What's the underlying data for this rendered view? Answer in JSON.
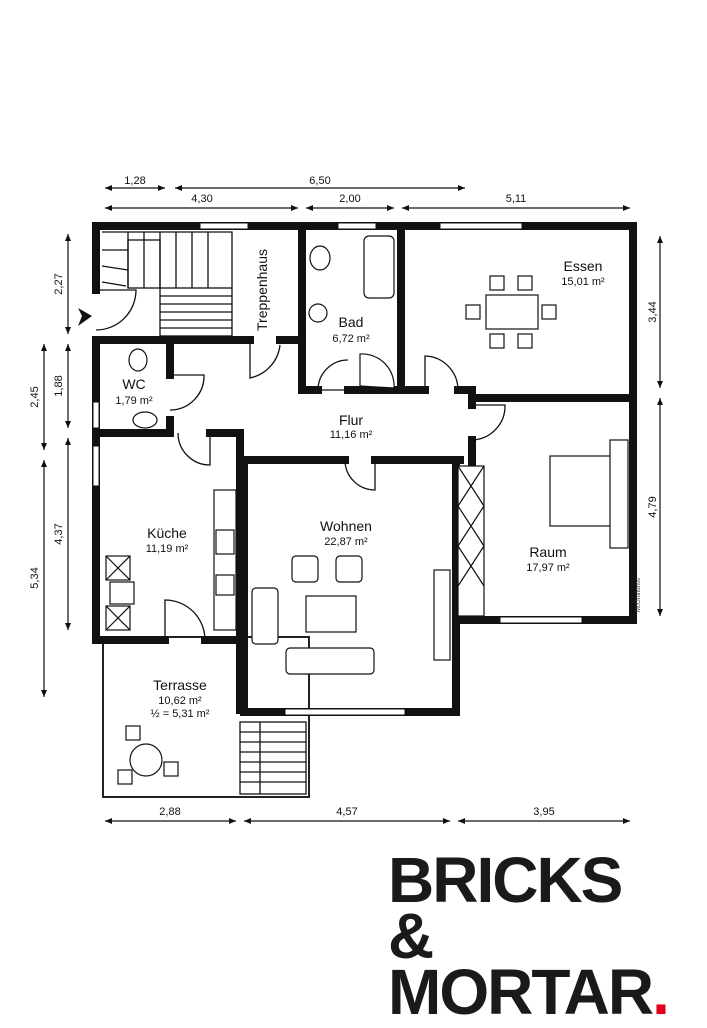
{
  "rooms": {
    "treppenhaus": {
      "name": "Treppenhaus"
    },
    "bad": {
      "name": "Bad",
      "area": "6,72 m²"
    },
    "essen": {
      "name": "Essen",
      "area": "15,01 m²"
    },
    "wc": {
      "name": "WC",
      "area": "1,79 m²"
    },
    "flur": {
      "name": "Flur",
      "area": "11,16 m²"
    },
    "kueche": {
      "name": "Küche",
      "area": "11,19 m²"
    },
    "wohnen": {
      "name": "Wohnen",
      "area": "22,87 m²"
    },
    "raum": {
      "name": "Raum",
      "area": "17,97 m²"
    },
    "terrasse": {
      "name": "Terrasse",
      "area": "10,62 m²",
      "half": "½ = 5,31 m²"
    }
  },
  "dimensions": {
    "top_1": "1,28",
    "top_total": "6,50",
    "top_2": "4,30",
    "top_3": "2,00",
    "top_4": "5,11",
    "left_1": "2,27",
    "left_2": "2,45",
    "left_3": "1,88",
    "left_4": "4,37",
    "left_5": "5,34",
    "right_1": "3,44",
    "right_2": "4,79",
    "bottom_1": "2,88",
    "bottom_2": "4,57",
    "bottom_3": "3,95"
  },
  "watermark": "McGrundriss",
  "logo": {
    "line1": "BRICKS &",
    "line2": "MORTAR",
    "dot": "."
  }
}
